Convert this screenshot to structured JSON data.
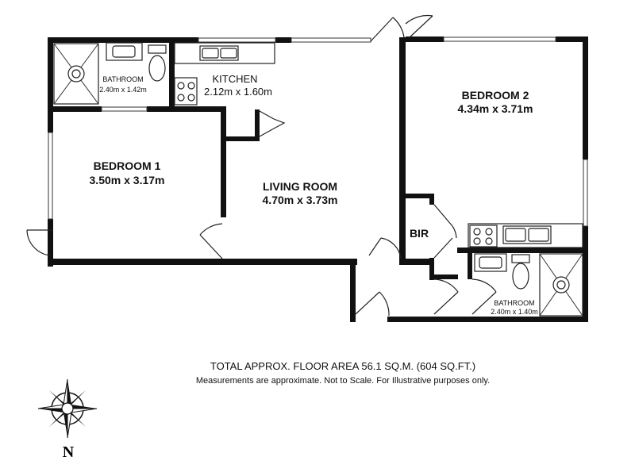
{
  "rooms": {
    "bedroom1": {
      "name": "BEDROOM 1",
      "dims": "3.50m x 3.17m"
    },
    "bathroom1": {
      "name": "BATHROOM",
      "dims": "2.40m x 1.42m"
    },
    "kitchen": {
      "name": "KITCHEN",
      "dims": "2.12m x 1.60m"
    },
    "living": {
      "name": "LIVING ROOM",
      "dims": "4.70m x 3.73m"
    },
    "bedroom2": {
      "name": "BEDROOM 2",
      "dims": "4.34m x 3.71m"
    },
    "bir": {
      "name": "BIR"
    },
    "bathroom2": {
      "name": "BATHROOM",
      "dims": "2.40m x 1.40m"
    }
  },
  "footer": {
    "area": "TOTAL APPROX. FLOOR AREA 56.1 SQ.M. (604 SQ.FT.)",
    "disclaimer": "Measurements are approximate. Not to Scale. For Illustrative purposes only."
  },
  "compass": {
    "north_label": "N"
  },
  "colors": {
    "wall": "#111111",
    "line": "#222222",
    "background": "#ffffff"
  }
}
